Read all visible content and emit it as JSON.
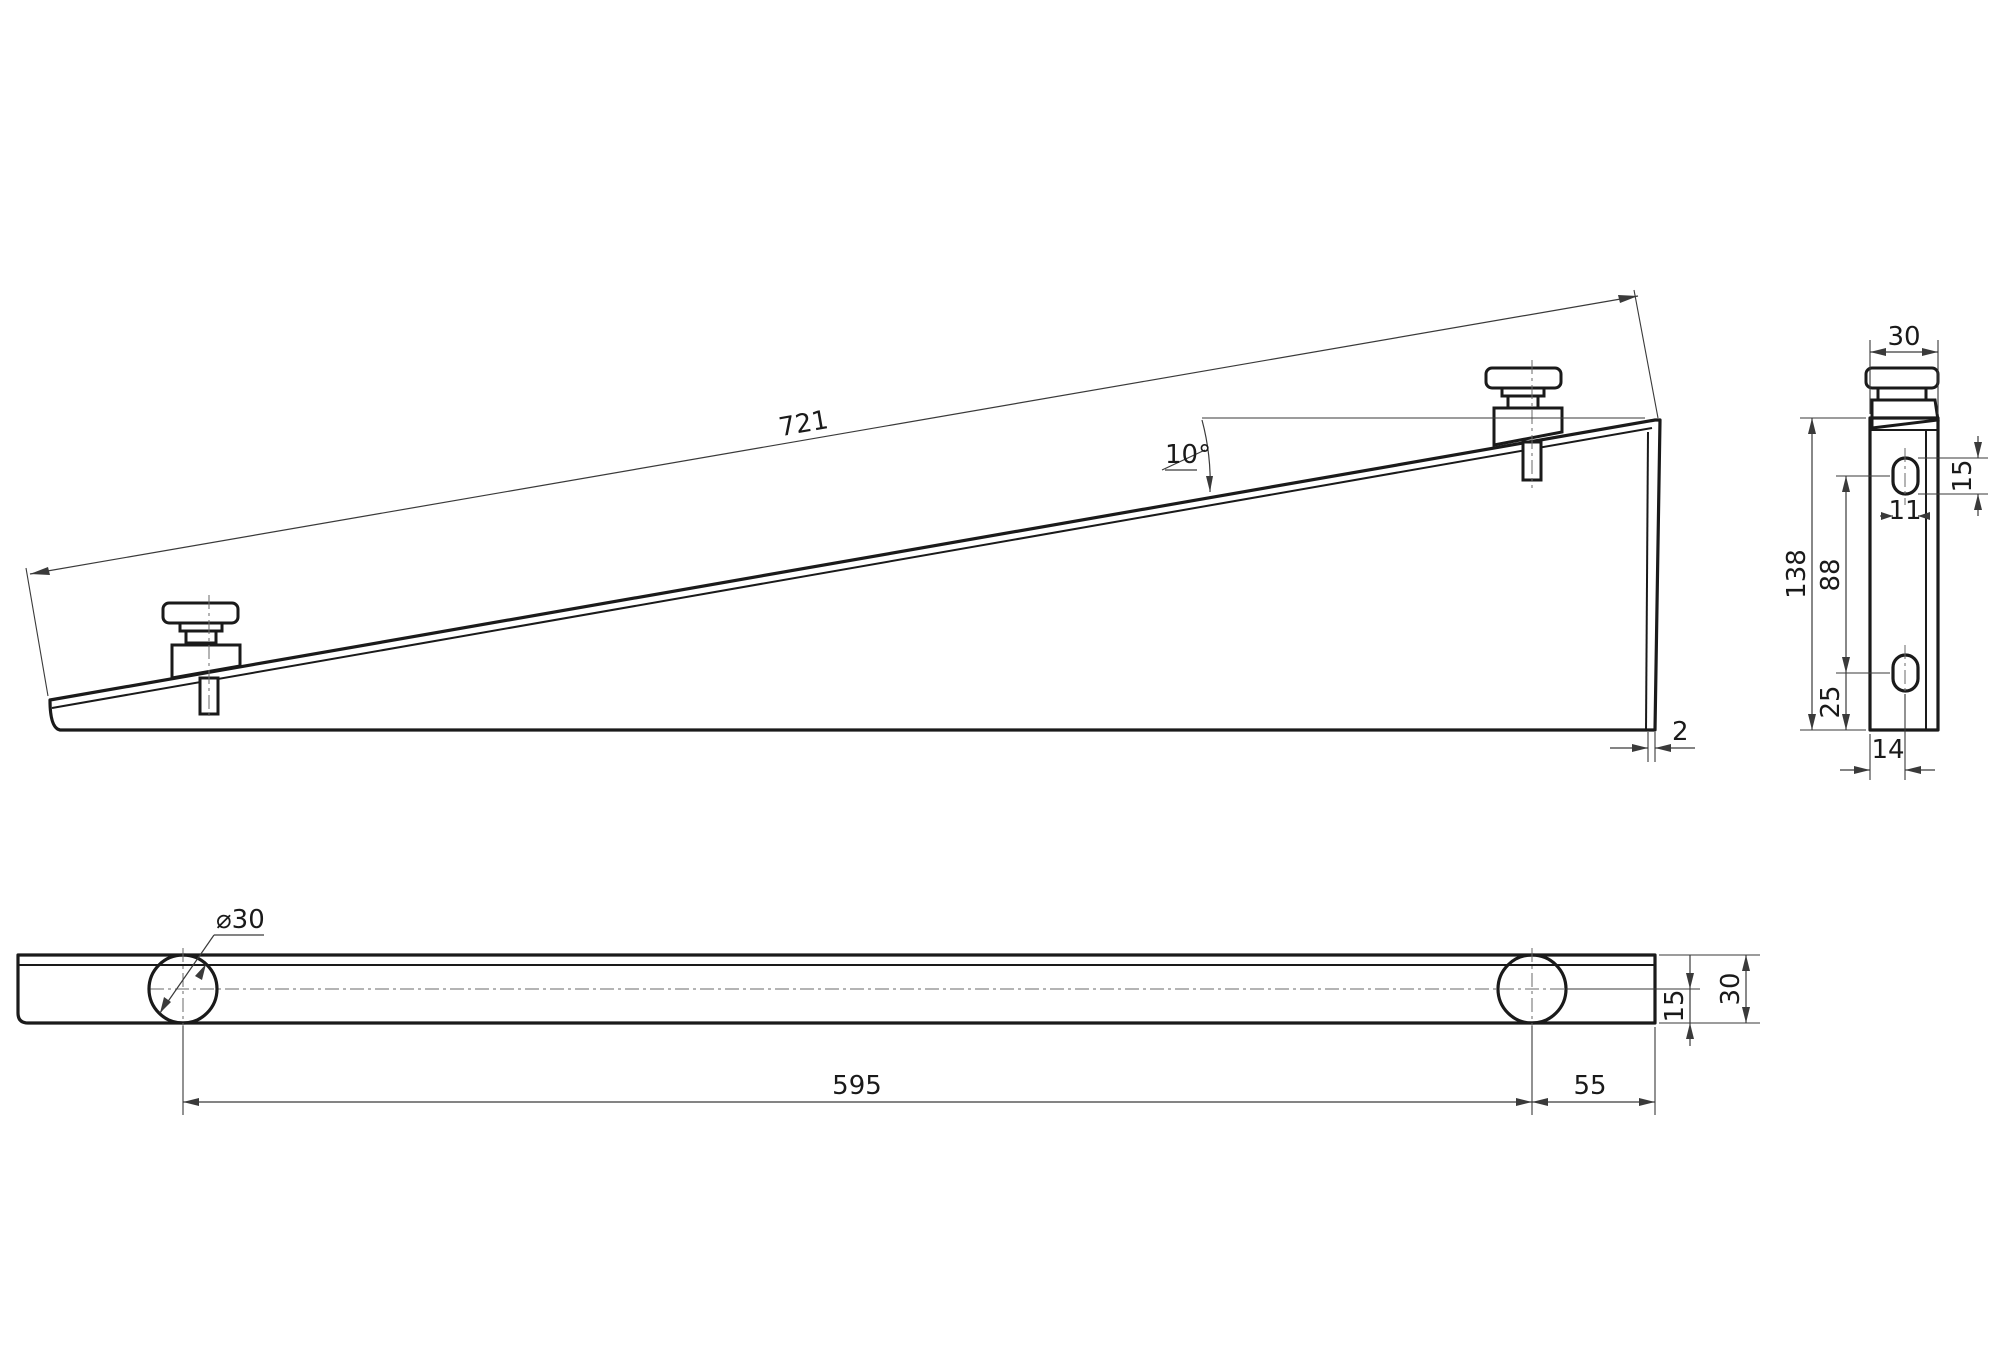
{
  "drawing": {
    "side_view": {
      "length_label": "721",
      "angle_label": "10°",
      "thickness_label": "2"
    },
    "end_view": {
      "width_label": "30",
      "height_label": "138",
      "hole_spacing_label": "88",
      "bottom_offset_label": "25",
      "slot_height_label": "15",
      "slot_width_label": "11",
      "edge_offset_label": "14"
    },
    "plan_view": {
      "diameter_label": "⌀30",
      "spacing_label": "595",
      "end_offset_label": "55",
      "half_width_label": "15",
      "width_label": "30"
    }
  }
}
